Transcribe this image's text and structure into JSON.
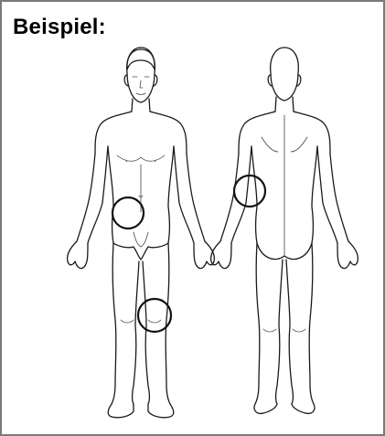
{
  "title": "Beispiel:",
  "figures": {
    "front": "front-view-body",
    "back": "back-view-body"
  },
  "markers": [
    {
      "name": "marker-front-lower-abdomen"
    },
    {
      "name": "marker-front-knee"
    },
    {
      "name": "marker-back-elbow"
    }
  ],
  "colors": {
    "border": "#7a7a7a",
    "outline": "#1a1a1a",
    "marker": "#111111"
  }
}
